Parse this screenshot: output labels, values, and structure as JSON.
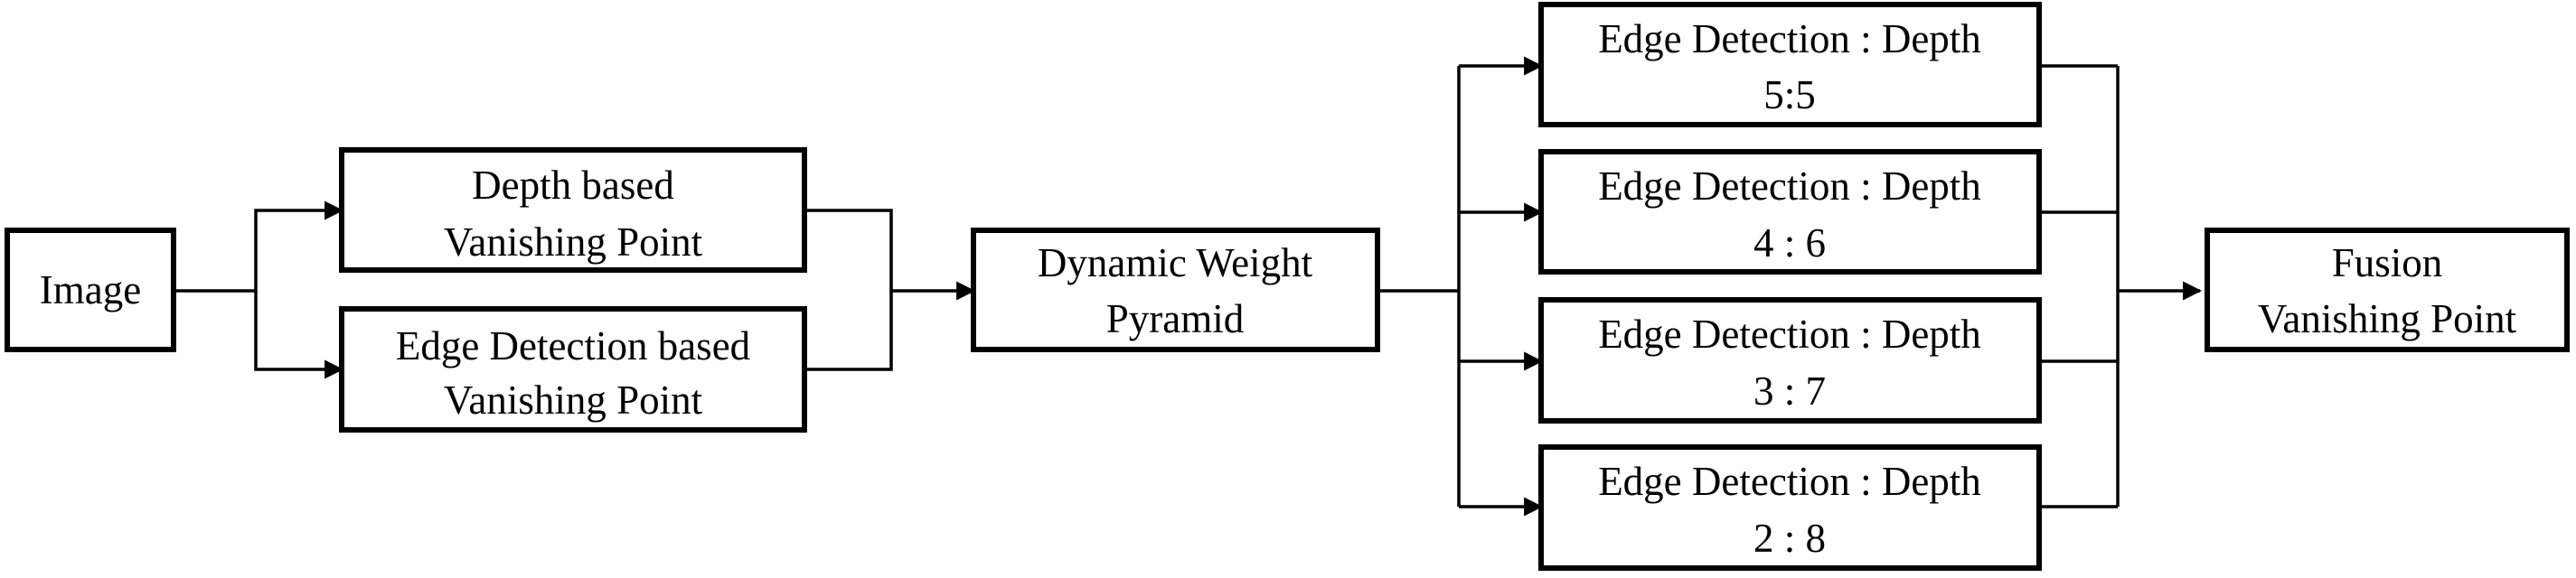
{
  "nodes": {
    "image": {
      "lines": [
        "Image"
      ]
    },
    "depth_vp": {
      "lines": [
        "Depth based",
        "Vanishing Point"
      ]
    },
    "edge_vp": {
      "lines": [
        "Edge Detection based",
        "Vanishing Point"
      ]
    },
    "pyramid": {
      "lines": [
        "Dynamic Weight",
        "Pyramid"
      ]
    },
    "ed_55": {
      "lines": [
        "Edge Detection : Depth",
        "5:5"
      ]
    },
    "ed_46": {
      "lines": [
        "Edge Detection : Depth",
        "4 : 6"
      ]
    },
    "ed_37": {
      "lines": [
        "Edge Detection : Depth",
        "3 : 7"
      ]
    },
    "ed_28": {
      "lines": [
        "Edge Detection : Depth",
        "2 : 8"
      ]
    },
    "fusion": {
      "lines": [
        "Fusion",
        "Vanishing Point"
      ]
    }
  },
  "edges": [
    {
      "from": "image",
      "to": "depth_vp"
    },
    {
      "from": "image",
      "to": "edge_vp"
    },
    {
      "from": "depth_vp",
      "to": "pyramid"
    },
    {
      "from": "edge_vp",
      "to": "pyramid"
    },
    {
      "from": "pyramid",
      "to": "ed_55"
    },
    {
      "from": "pyramid",
      "to": "ed_46"
    },
    {
      "from": "pyramid",
      "to": "ed_37"
    },
    {
      "from": "pyramid",
      "to": "ed_28"
    },
    {
      "from": "ed_55",
      "to": "fusion"
    },
    {
      "from": "ed_46",
      "to": "fusion"
    },
    {
      "from": "ed_37",
      "to": "fusion"
    },
    {
      "from": "ed_28",
      "to": "fusion"
    }
  ]
}
